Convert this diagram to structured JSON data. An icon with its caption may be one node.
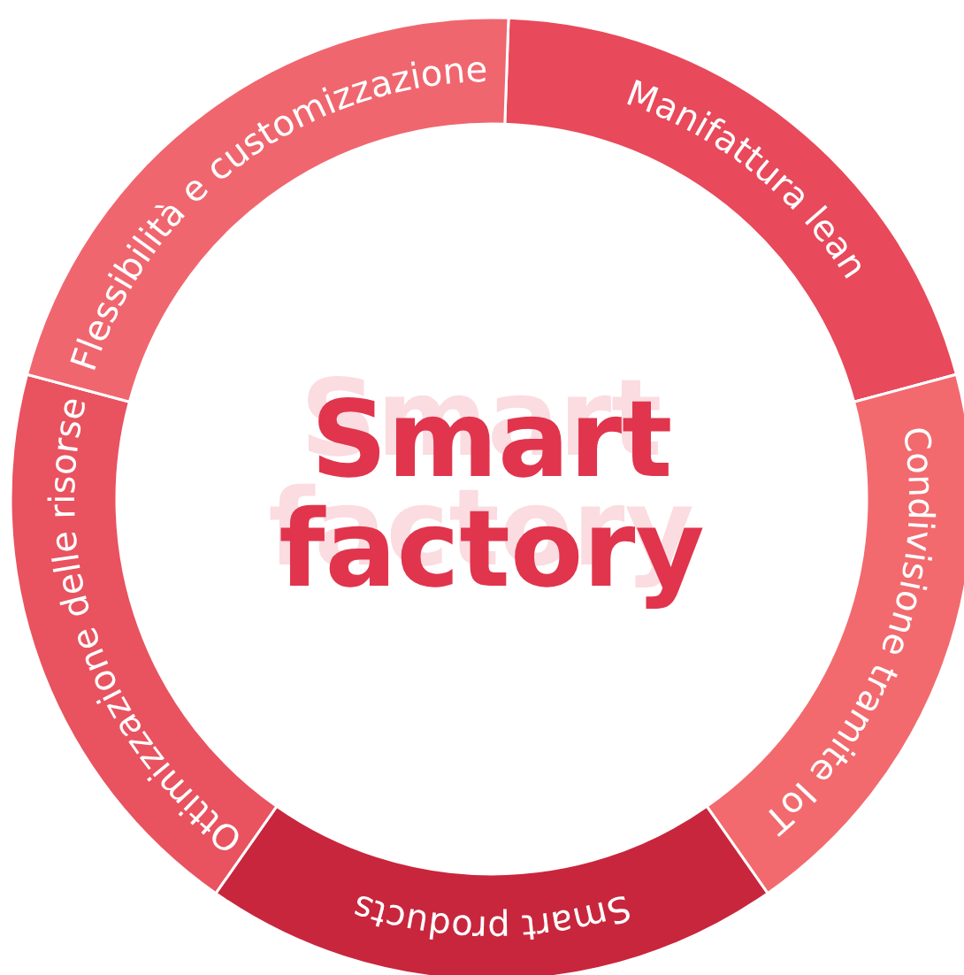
{
  "diagram": {
    "nodes": [
      {
        "text": [
          "Smart factory"
        ]
      },
      {
        "text": [
          "Manifattura lean"
        ]
      },
      {
        "text": [
          "Condivisione tramite IoT"
        ]
      },
      {
        "text": [
          "Smart products"
        ]
      },
      {
        "text": [
          "Ottimizzazione delle risorse"
        ]
      },
      {
        "text": [
          "Flessibilità e customizzazione"
        ]
      }
    ]
  }
}
